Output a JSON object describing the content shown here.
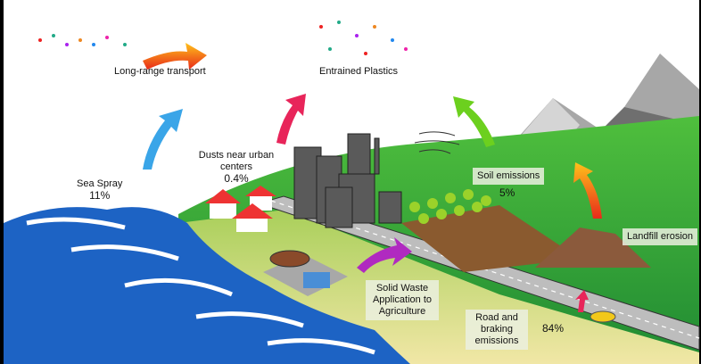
{
  "labels": {
    "long_range": "Long-range transport",
    "entrained": "Entrained Plastics",
    "sea_spray": "Sea Spray",
    "sea_spray_pct": "11%",
    "dusts": "Dusts near urban centers",
    "dusts_pct": "0.4%",
    "soil": "Soil emissions",
    "soil_pct": "5%",
    "landfill": "Landfill erosion",
    "solid_waste": "Solid Waste Application to Agriculture",
    "road": "Road and braking emissions",
    "road_pct": "84%"
  },
  "colors": {
    "sky": "#ffffff",
    "grass": "#2e9a3a",
    "sea": "#1d63c4",
    "road": "#b8b8b8",
    "mountain": "#8c8c8c"
  }
}
